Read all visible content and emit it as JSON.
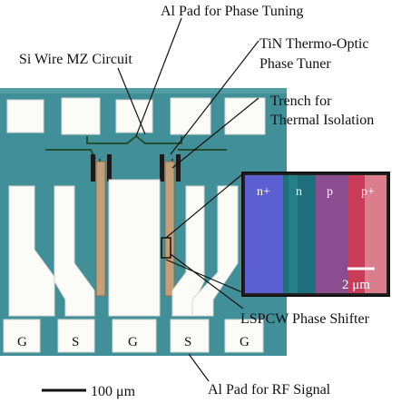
{
  "labels": {
    "al_pad_phase": "Al Pad for Phase Tuning",
    "si_wire": "Si Wire MZ Circuit",
    "tin_line1": "TiN Thermo-Optic",
    "tin_line2": "Phase Tuner",
    "trench_line1": "Trench for",
    "trench_line2": "Thermal Isolation",
    "lspcw": "LSPCW Phase Shifter",
    "al_pad_rf": "Al Pad for RF Signal"
  },
  "pads": [
    "G",
    "S",
    "G",
    "S",
    "G"
  ],
  "inset": {
    "regions": [
      "n+",
      "n",
      "p",
      "p+"
    ],
    "scale_label": "2 μm",
    "colors": [
      "#5a5fcf",
      "#1f6f78",
      "#8e4e8f",
      "#c93a55"
    ]
  },
  "scalebar": {
    "label": "100 μm"
  },
  "colors": {
    "background": "#3f8e96",
    "chip": "#4a9aa0",
    "pad": "#fbfbf7",
    "wire": "#2a5f3a",
    "heater": "#c8a27a"
  }
}
